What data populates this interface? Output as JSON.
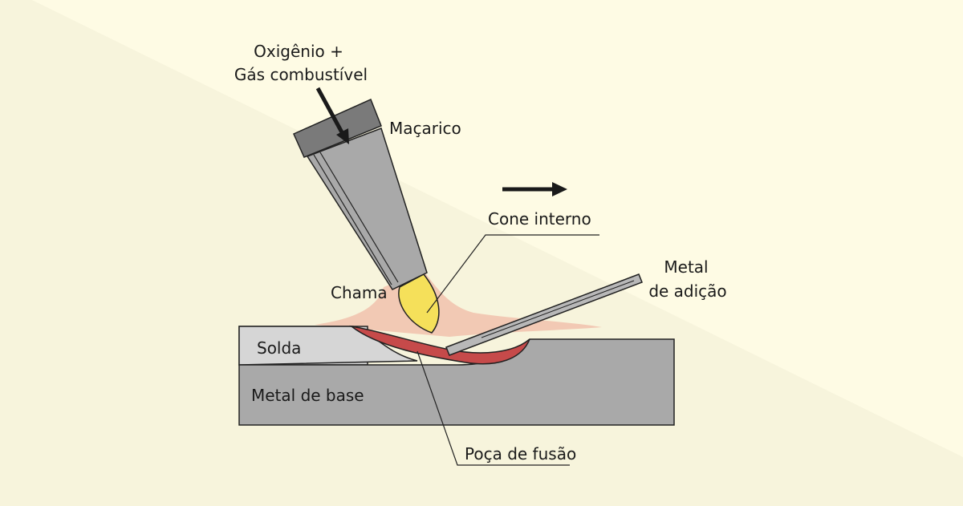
{
  "labels": {
    "gas_line1": "Oxigênio +",
    "gas_line2": "Gás combustível",
    "torch": "Maçarico",
    "inner_cone": "Cone interno",
    "flame": "Chama",
    "filler_line1": "Metal",
    "filler_line2": "de adição",
    "weld": "Solda",
    "base_metal": "Metal de base",
    "weld_pool": "Poça de fusão"
  },
  "colors": {
    "background": "#fdfbe6",
    "background_light": "#f7f4dc",
    "torch_body": "#a9a9a9",
    "torch_cap": "#7a7a7a",
    "inner_cone": "#f5e05a",
    "flame": "#f2c9b4",
    "weld": "#d6d6d6",
    "base_metal": "#a9a9a9",
    "weld_pool": "#c64a4a",
    "arrow": "#1a1a1a"
  },
  "icons": {
    "gas_arrow": "arrow-down-right-icon",
    "direction_arrow": "arrow-right-icon"
  }
}
